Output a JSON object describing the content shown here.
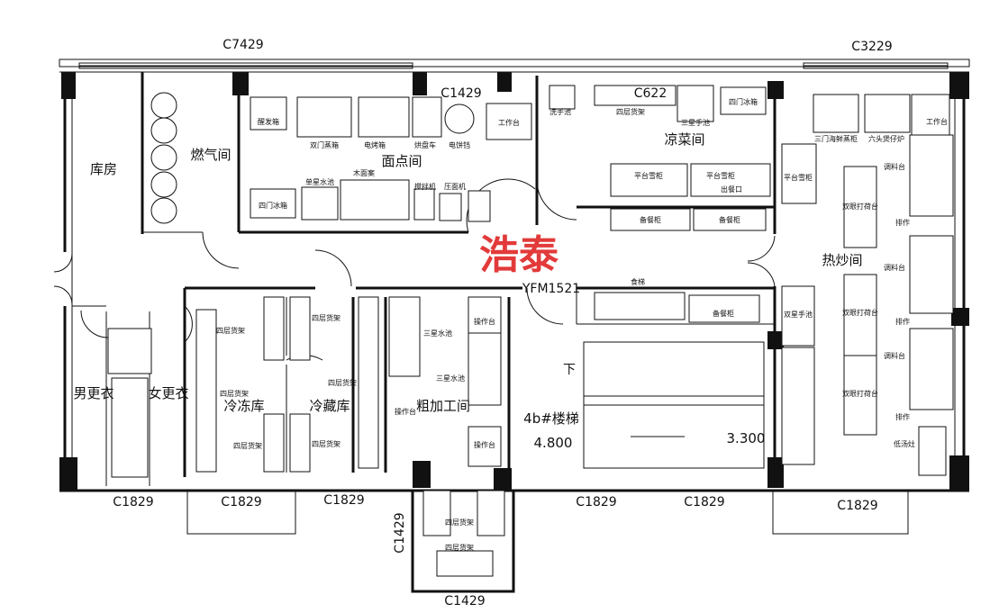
{
  "watermark": "浩泰",
  "window_codes": {
    "c7429": "C7429",
    "c3229": "C3229",
    "c1429_top": "C1429",
    "c622": "C622",
    "c1829": "C1829",
    "c1429_side": "C1429",
    "c1429_bottom": "C1429",
    "door": "YFM1521"
  },
  "rooms": {
    "storage": "库房",
    "gas": "燃气间",
    "pastry": "面点间",
    "cold_dish": "凉菜间",
    "hot_stir": "热炒间",
    "men_locker": "男更衣",
    "women_locker": "女更衣",
    "freezer": "冷冻库",
    "cold_storage": "冷藏库",
    "rough_process": "粗加工间",
    "stairs": "4b#楼梯"
  },
  "stairs": {
    "down": "下",
    "elev_left": "4.800",
    "elev_right": "3.300"
  },
  "equipment": {
    "proofer": "醒发箱",
    "double_steamer": "双门蒸箱",
    "oven": "电烤箱",
    "tray_cart": "烘盘车",
    "pan": "电饼铛",
    "work_table": "工作台",
    "single_sink": "单星水池",
    "dough_board": "木面案",
    "mixer": "搅拌机",
    "dough_press": "压面机",
    "four_door_fridge": "四门冰箱",
    "hand_sink": "洗手池",
    "two_shelf": "四层货架",
    "three_sink": "三星手池",
    "platform_fridge": "平台雪柜",
    "serving_window": "出餐口",
    "prep_cabinet": "备餐柜",
    "seafood_steamer": "三门海鲜蒸柜",
    "six_burner": "六头煲仔炉",
    "stir_table": "双眼打荷台",
    "seasoning": "调料台",
    "exhaust": "排作",
    "low_soup": "低汤灶",
    "hand_sink2": "双星手池",
    "op_table": "操作台",
    "three_star_sink": "三星水池",
    "food_lift": "食梯",
    "shelf4": "四层货架"
  }
}
